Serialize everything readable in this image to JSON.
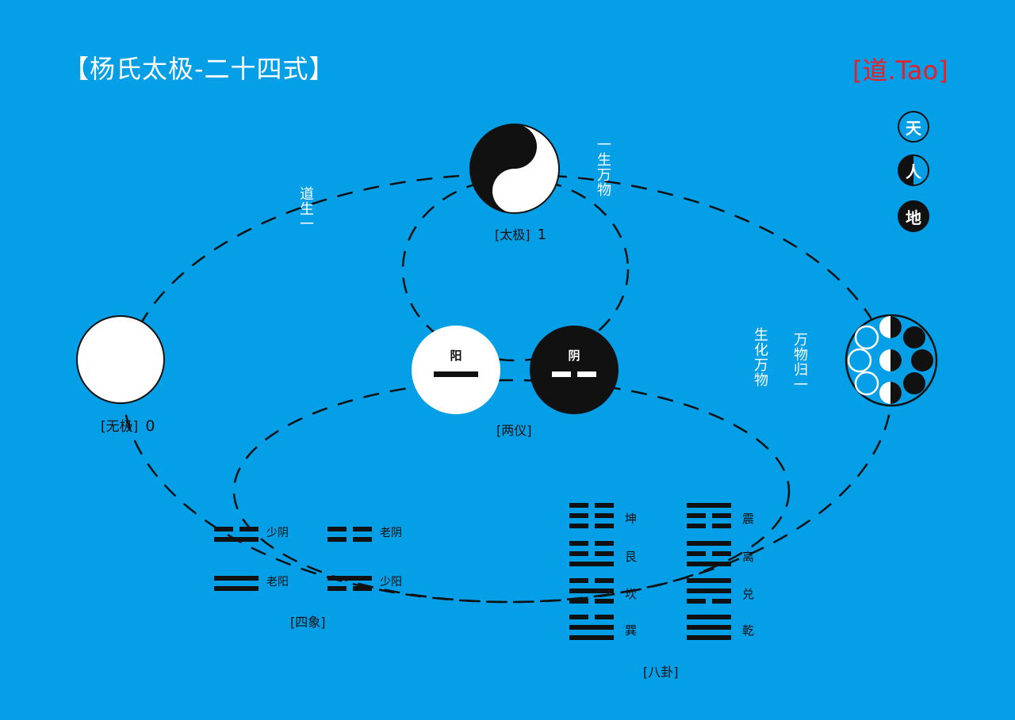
{
  "header": {
    "title": "【杨氏太极-二十四式】",
    "brand": "[道.Tao]"
  },
  "legend": [
    {
      "label": "天",
      "style": "hollow"
    },
    {
      "label": "人",
      "style": "half"
    },
    {
      "label": "地",
      "style": "filled"
    }
  ],
  "nodes": {
    "wuji": {
      "label": "[无极]",
      "number": "0"
    },
    "taiji": {
      "label": "[太极]",
      "number": "1"
    },
    "yang": {
      "label": "阳"
    },
    "yin": {
      "label": "阴"
    },
    "liangyi": {
      "label": "[两仪]"
    },
    "sixiang": {
      "label": "[四象]"
    },
    "bagua": {
      "label": "[八卦]"
    }
  },
  "edge_labels": {
    "dao_sheng_yi": "道生一",
    "yi_sheng_wanwu": "一生万物",
    "sheng_hua_wanwu": "生化万物",
    "wanwu_gui_yi": "万物归一"
  },
  "sixiang": [
    {
      "name": "少阴",
      "lines": [
        true,
        false
      ]
    },
    {
      "name": "老阴",
      "lines": [
        false,
        false
      ]
    },
    {
      "name": "老阳",
      "lines": [
        true,
        true
      ]
    },
    {
      "name": "少阳",
      "lines": [
        false,
        true
      ]
    }
  ],
  "bagua": [
    {
      "name": "坤",
      "lines": [
        false,
        false,
        false
      ]
    },
    {
      "name": "艮",
      "lines": [
        true,
        false,
        false
      ]
    },
    {
      "name": "坎",
      "lines": [
        false,
        true,
        false
      ]
    },
    {
      "name": "巽",
      "lines": [
        true,
        true,
        false
      ]
    },
    {
      "name": "震",
      "lines": [
        false,
        false,
        true
      ]
    },
    {
      "name": "离",
      "lines": [
        true,
        false,
        true
      ]
    },
    {
      "name": "兑",
      "lines": [
        false,
        true,
        true
      ]
    },
    {
      "name": "乾",
      "lines": [
        true,
        true,
        true
      ]
    }
  ],
  "colors": {
    "background": "#049fe6",
    "ink": "#111111",
    "white": "#ffffff",
    "brand": "#e8202a"
  }
}
